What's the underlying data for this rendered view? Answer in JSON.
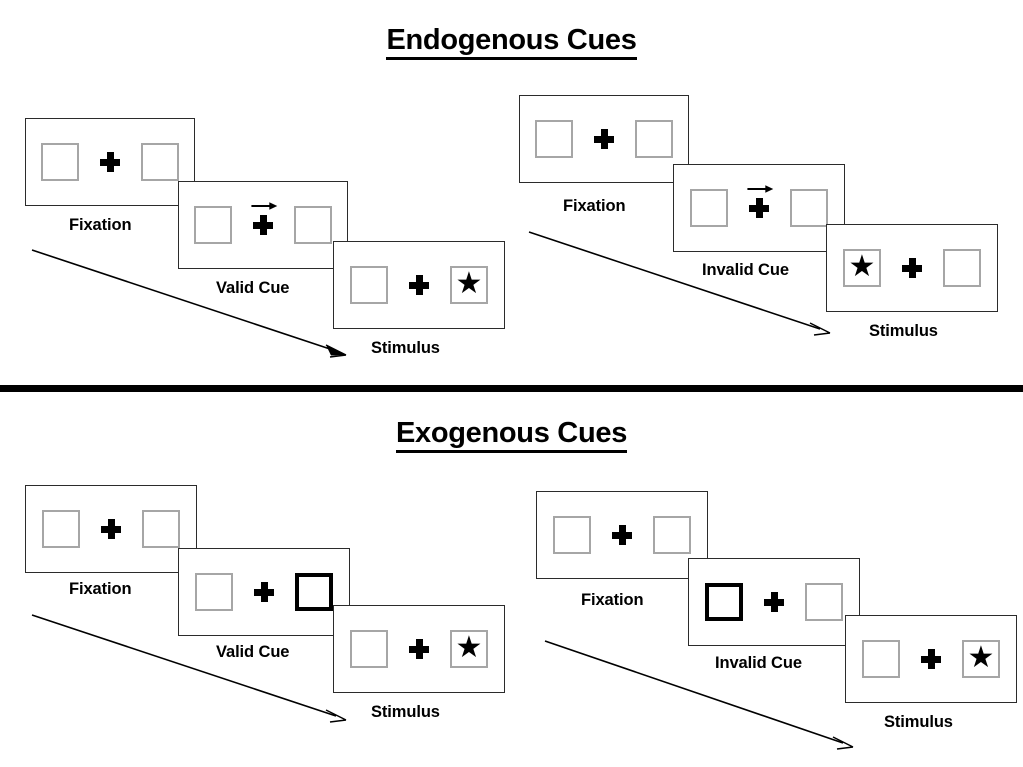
{
  "sections": [
    {
      "id": "endogenous",
      "title": "Endogenous Cues",
      "sequences": [
        {
          "id": "endogenous-valid",
          "cue_type": "arrow",
          "frames": [
            {
              "name": "fixation",
              "caption": "Fixation",
              "left_box": "empty",
              "right_box": "empty",
              "cue": "none",
              "center": "plus"
            },
            {
              "name": "cue",
              "caption": "Valid Cue",
              "left_box": "empty",
              "right_box": "empty",
              "cue": "arrow-right",
              "center": "plus"
            },
            {
              "name": "stimulus",
              "caption": "Stimulus",
              "left_box": "empty",
              "right_box": "star",
              "cue": "none",
              "center": "plus"
            }
          ]
        },
        {
          "id": "endogenous-invalid",
          "cue_type": "arrow",
          "frames": [
            {
              "name": "fixation",
              "caption": "Fixation",
              "left_box": "empty",
              "right_box": "empty",
              "cue": "none",
              "center": "plus"
            },
            {
              "name": "cue",
              "caption": "Invalid Cue",
              "left_box": "empty",
              "right_box": "empty",
              "cue": "arrow-right",
              "center": "plus"
            },
            {
              "name": "stimulus",
              "caption": "Stimulus",
              "left_box": "star",
              "right_box": "empty",
              "cue": "none",
              "center": "plus"
            }
          ]
        }
      ]
    },
    {
      "id": "exogenous",
      "title": "Exogenous Cues",
      "sequences": [
        {
          "id": "exogenous-valid",
          "cue_type": "box-highlight",
          "frames": [
            {
              "name": "fixation",
              "caption": "Fixation",
              "left_box": "empty",
              "right_box": "empty",
              "cue": "none",
              "center": "plus"
            },
            {
              "name": "cue",
              "caption": "Valid Cue",
              "left_box": "empty",
              "right_box": "cued",
              "cue": "none",
              "center": "plus"
            },
            {
              "name": "stimulus",
              "caption": "Stimulus",
              "left_box": "empty",
              "right_box": "star",
              "cue": "none",
              "center": "plus"
            }
          ]
        },
        {
          "id": "exogenous-invalid",
          "cue_type": "box-highlight",
          "frames": [
            {
              "name": "fixation",
              "caption": "Fixation",
              "left_box": "empty",
              "right_box": "empty",
              "cue": "none",
              "center": "plus"
            },
            {
              "name": "cue",
              "caption": "Invalid Cue",
              "left_box": "cued",
              "right_box": "empty",
              "cue": "none",
              "center": "plus"
            },
            {
              "name": "stimulus",
              "caption": "Stimulus",
              "left_box": "empty",
              "right_box": "star",
              "cue": "none",
              "center": "plus"
            }
          ]
        }
      ]
    }
  ],
  "glyphs": {
    "star": "★",
    "plus": "fixation-cross",
    "cue_arrow": "arrow-right"
  },
  "colors": {
    "ink": "#000000",
    "panel_border": "#2b2b2b",
    "box_border": "#a6a6a6",
    "cued_box_border": "#000000",
    "background": "#ffffff"
  },
  "flow_arrows": [
    {
      "id": "endogenous-valid-flow"
    },
    {
      "id": "endogenous-invalid-flow"
    },
    {
      "id": "exogenous-valid-flow"
    },
    {
      "id": "exogenous-invalid-flow"
    }
  ]
}
